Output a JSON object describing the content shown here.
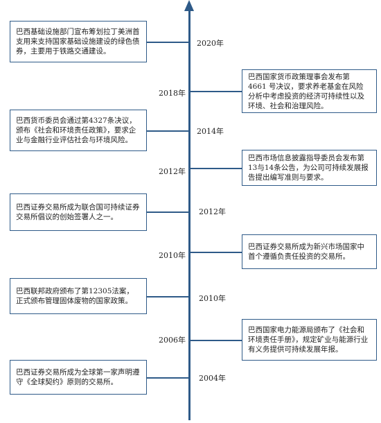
{
  "events": [
    {
      "year": "2020年",
      "text": "巴西基础设施部门宣布筹划拉丁美洲首支用来支持国家基础设施建设的绿色债券，主要用于铁路交通建设。"
    },
    {
      "year": "2018年",
      "text": "巴西国家货币政策理事会发布第 4661 号决议，要求养老基金在风险分析中考虑投资的经济可持续性以及环境、社会和治理风险。"
    },
    {
      "year": "2014年",
      "text": "巴西货币委员会通过第4327条决议，颁布《社会和环境责任政策》，要求企业与金融行业评估社会与环境风险。"
    },
    {
      "year": "2012年",
      "text": "巴西市场信息披露指导委员会发布第13与14条公告，为公司可持续发展报告提出编写准则与要求。"
    },
    {
      "year": "2012年",
      "text": "巴西证券交易所成为联合国可持续证券交易所倡议的创始签署人之一。"
    },
    {
      "year": "2010年",
      "text": "巴西证券交易所成为新兴市场国家中首个遵循负责任投资的交易所。"
    },
    {
      "year": "2010年",
      "text": "巴西联邦政府颁布了第12305法案，正式颁布管理固体废物的国家政策。"
    },
    {
      "year": "2006年",
      "text": "巴西国家电力能源局颁布了《社会和环境责任手册》，规定矿业与能源行业有义务提供可持续发展年报。"
    },
    {
      "year": "2004年",
      "text": "巴西证券交易所成为全球第一家声明遵守《全球契约》原则的交易所。"
    }
  ]
}
